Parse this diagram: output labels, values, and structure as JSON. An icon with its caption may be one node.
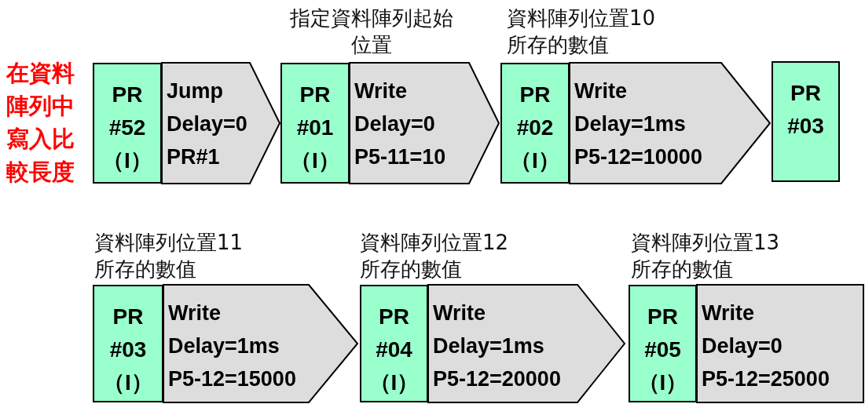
{
  "diagram": {
    "nodes": [
      {
        "text": [
          "PR #52 （I）"
        ]
      },
      {
        "text": [
          "Jump",
          "Delay=0",
          "PR#1"
        ]
      },
      {
        "text": [
          "PR #01 （I）"
        ],
        "beside": [
          "指定資料陣列起始位置"
        ]
      },
      {
        "text": [
          "Write",
          "Delay=0",
          "P5-11=10"
        ]
      },
      {
        "text": [
          "PR #02 （I）"
        ],
        "beside": [
          "資料陣列位置10所存的數值"
        ]
      },
      {
        "text": [
          "Write",
          "Delay=1ms",
          "P5-12=10000"
        ]
      },
      {
        "text": [
          "PR #03"
        ]
      },
      {
        "text": [
          "PR #03 （I）"
        ],
        "beside": [
          "資料陣列位置11所存的數值"
        ]
      },
      {
        "text": [
          "Write",
          "Delay=1ms",
          "P5-12=15000"
        ]
      },
      {
        "text": [
          "PR #04 （I）"
        ],
        "beside": [
          "資料陣列位置12所存的數值"
        ]
      },
      {
        "text": [
          "Write",
          "Delay=1ms",
          "P5-12=20000"
        ]
      },
      {
        "text": [
          "PR #05 （I）"
        ],
        "beside": [
          "資料陣列位置13所存的數值"
        ]
      },
      {
        "text": [
          "Write",
          "Delay=0",
          "P5-12=25000"
        ]
      }
    ],
    "labels": [
      "在資料陣列中寫入比較長度"
    ]
  }
}
